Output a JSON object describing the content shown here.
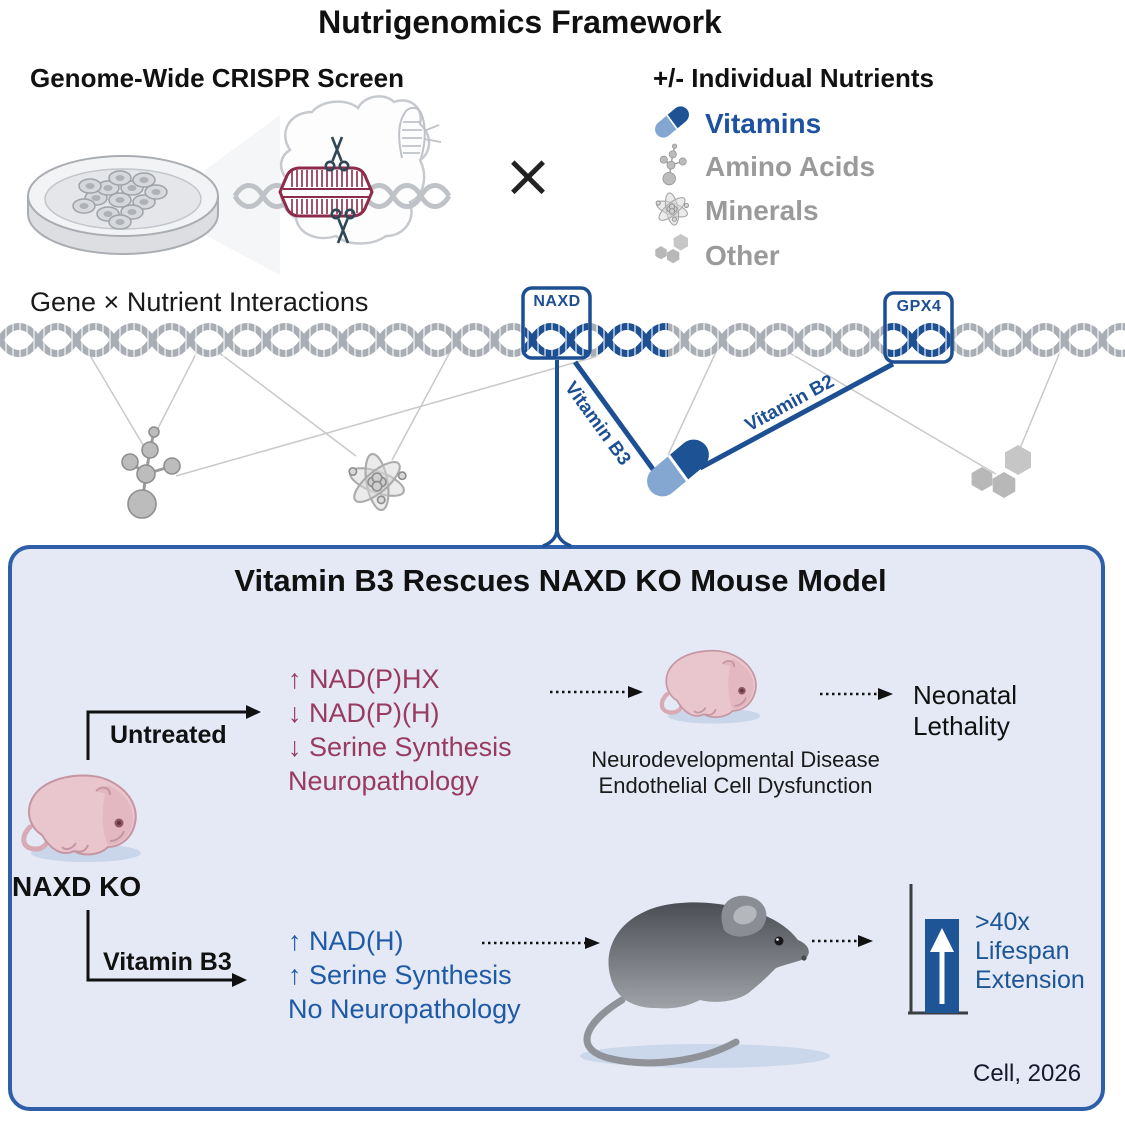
{
  "header": {
    "title": "Nutrigenomics Framework"
  },
  "crispr": {
    "heading": "Genome-Wide CRISPR Screen"
  },
  "operator": "×",
  "nutrients": {
    "heading": "+/- Individual Nutrients",
    "items": [
      {
        "label": "Vitamins",
        "icon": "pill-icon",
        "color": "#1d52a0"
      },
      {
        "label": "Amino Acids",
        "icon": "amino-acid-molecule-icon",
        "color": "#9a9a9a"
      },
      {
        "label": "Minerals",
        "icon": "atom-icon",
        "color": "#9a9a9a"
      },
      {
        "label": "Other",
        "icon": "hexagons-icon",
        "color": "#9a9a9a"
      }
    ]
  },
  "interactions": {
    "heading": "Gene × Nutrient Interactions",
    "genes": [
      {
        "label": "NAXD"
      },
      {
        "label": "GPX4"
      }
    ],
    "edges": [
      {
        "label": "Vitamin B3"
      },
      {
        "label": "Vitamin B2"
      }
    ]
  },
  "rescue": {
    "title": "Vitamin B3 Rescues NAXD KO Mouse Model",
    "model_label": "NAXD KO",
    "untreated": {
      "branch_label": "Untreated",
      "effects": [
        "↑ NAD(P)HX",
        "↓ NAD(P)(H)",
        "↓ Serine Synthesis",
        "Neuropathology"
      ],
      "disease_caption": [
        "Neurodevelopmental Disease",
        "Endothelial Cell Dysfunction"
      ],
      "outcome": "Neonatal Lethality"
    },
    "treated": {
      "branch_label": "Vitamin B3",
      "effects": [
        "↑ NAD(H)",
        "↑ Serine Synthesis",
        "No Neuropathology"
      ],
      "outcome": ">40x Lifespan Extension"
    }
  },
  "citation": "Cell, 2026",
  "colors": {
    "accent_blue": "#1d4f93",
    "effect_blue": "#1e5aa5",
    "maroon": "#993a60",
    "muted_gray": "#9a9a9a",
    "panel_bg": "#e4e9f5",
    "panel_border": "#2e5fa8"
  }
}
